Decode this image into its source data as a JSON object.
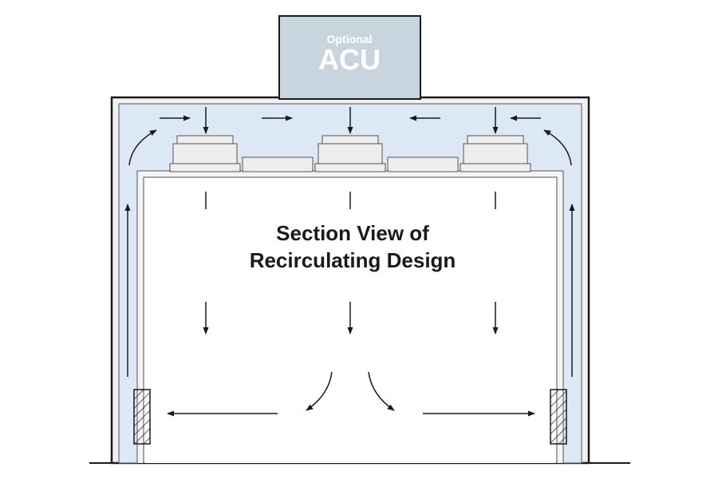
{
  "diagram": {
    "title_line1": "Section View of",
    "title_line2": "Recirculating Design",
    "acu_optional_label": "Optional",
    "acu_label": "ACU"
  },
  "colors": {
    "plenum_fill": "#dce8f3",
    "acu_fill": "#c9d5de",
    "outline": "#1a1a1a",
    "filter_fill": "#eeeeee",
    "background": "#ffffff"
  }
}
